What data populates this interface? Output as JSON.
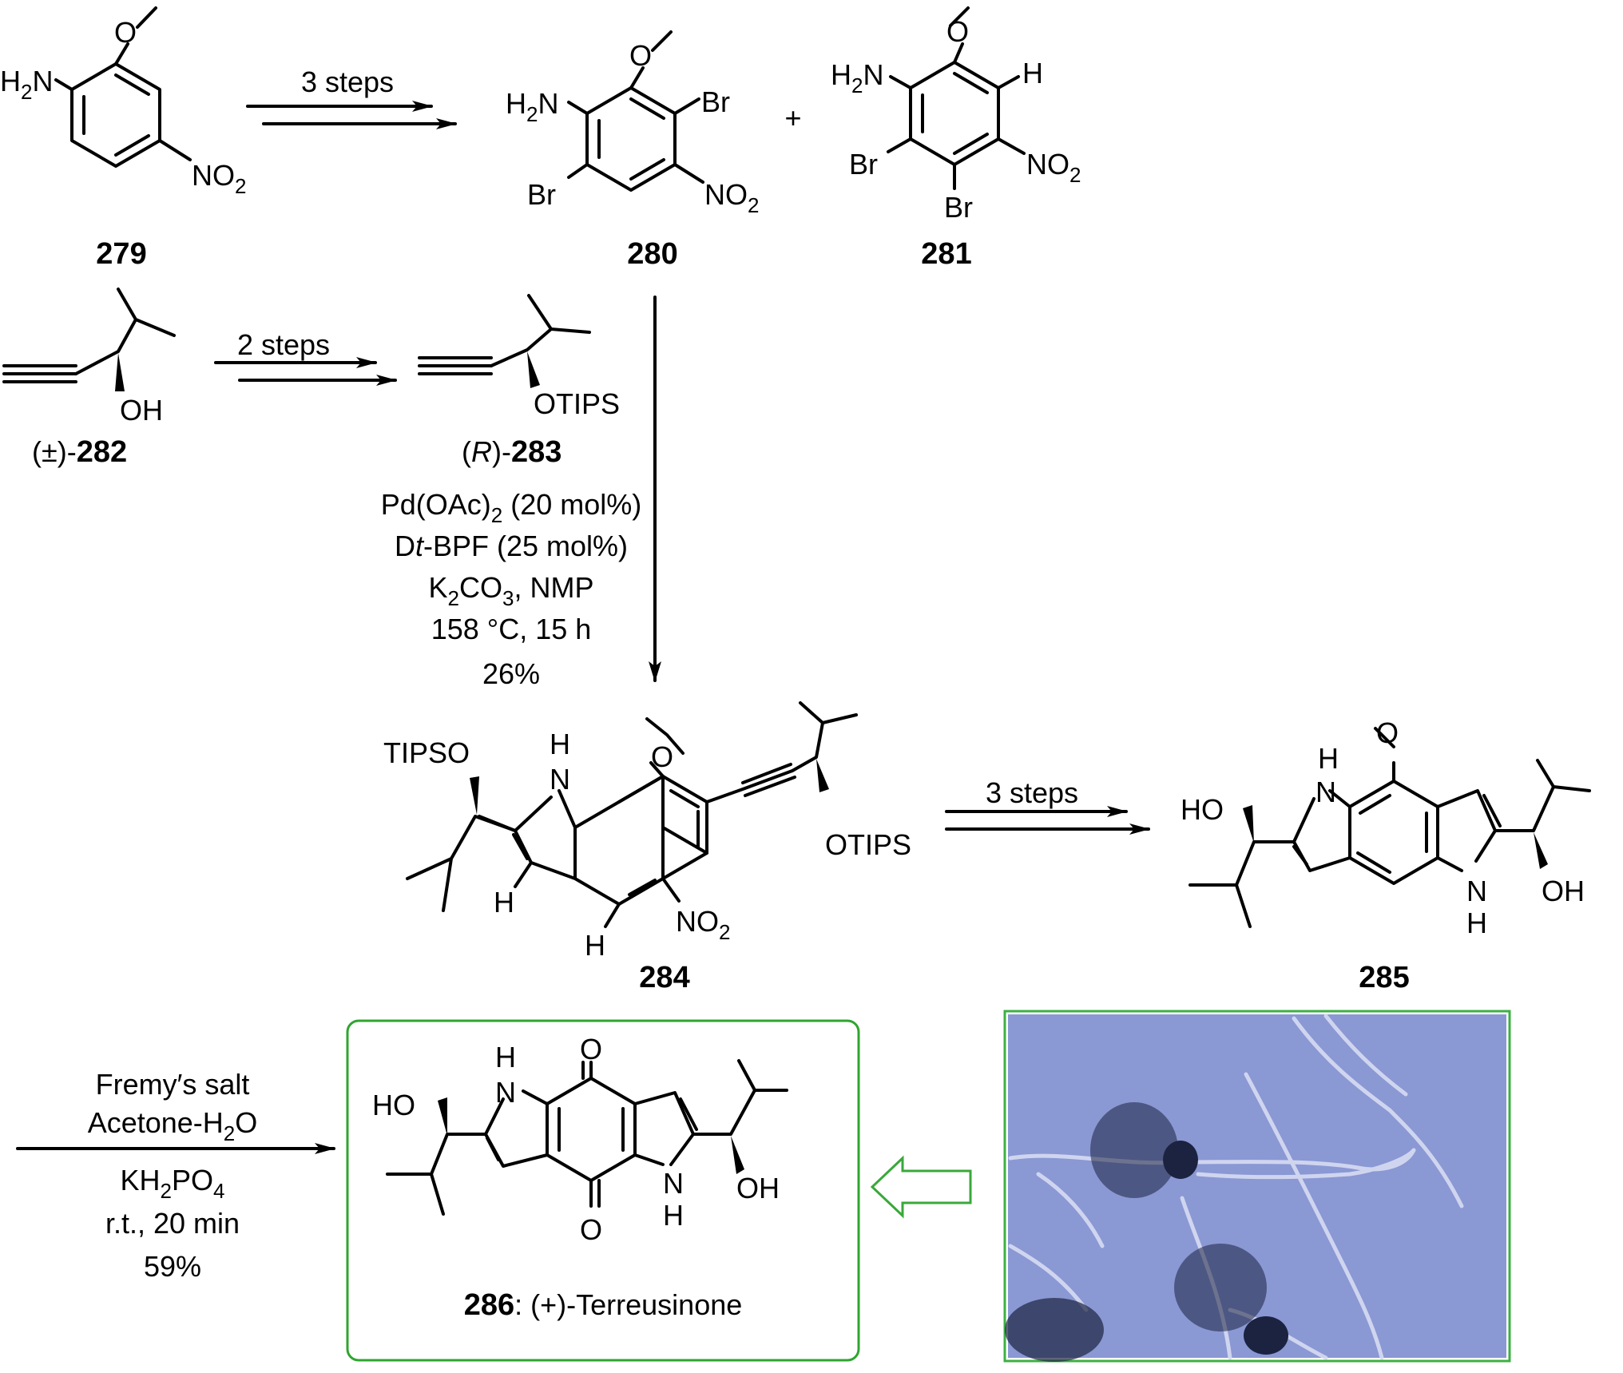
{
  "colors": {
    "box_border": "#2fa52f",
    "photo_border": "#3cb043",
    "hollow_arrow": "#3aa83a",
    "photo_bg": "#8a98d4"
  },
  "icons": {
    "hollow-arrow": "left-pointing hollow arrow",
    "micrograph": "fungal conidiophore photo"
  },
  "compounds": {
    "c279": {
      "id": "279"
    },
    "c280": {
      "id": "280"
    },
    "c281": {
      "id": "281"
    },
    "c282": {
      "prefix": "(±)-",
      "id": "282"
    },
    "c283": {
      "open": "(",
      "config": "R",
      "close": ")-",
      "id": "283"
    },
    "c284": {
      "id": "284"
    },
    "c285": {
      "id": "285"
    },
    "c286": {
      "id": "286",
      "name": ": (+)-Terreusinone"
    }
  },
  "atoms": {
    "h2n": "H",
    "h2n_sub": "2",
    "h2n_n": "N",
    "no2_no": "NO",
    "no2_sub": "2",
    "br": "Br",
    "h": "H",
    "oh": "OH",
    "ho": "HO",
    "otips": "OTIPS",
    "tipso": "TIPSO",
    "o": "O"
  },
  "plus": "+",
  "arrows": {
    "a1": {
      "label": "3 steps"
    },
    "a2": {
      "label": "2 steps"
    },
    "a3": {
      "label": "3 steps"
    }
  },
  "conditions_main": {
    "l1a": "Pd(OAc)",
    "l1sub": "2",
    "l1b": " (20 mol%)",
    "l2a": "D",
    "l2it": "t",
    "l2b": "-BPF (25 mol%)",
    "l3a": "K",
    "l3sub1": "2",
    "l3b": "CO",
    "l3sub2": "3",
    "l3c": ", NMP",
    "l4": "158 °C, 15 h",
    "l5": "26%"
  },
  "conditions_final": {
    "l1": "Fremy′s salt",
    "l2a": "Acetone-H",
    "l2sub": "2",
    "l2b": "O",
    "l3a": "KH",
    "l3sub1": "2",
    "l3b": "PO",
    "l3sub2": "4",
    "l4": "r.t., 20 min",
    "l5": "59%"
  }
}
